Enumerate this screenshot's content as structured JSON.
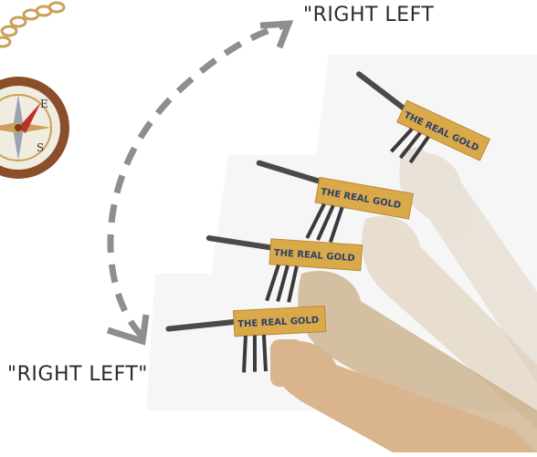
{
  "labels": {
    "top": "\"RIGHT LEFT",
    "bottom": "\"RIGHT LEFT\""
  },
  "device_text": "THE REAL GOLD",
  "colors": {
    "arrow": "#8e8e8e",
    "wood": "#d9a94a",
    "rod": "#4a4a4a",
    "arm_front": "#d9b48c",
    "arm_back": "#e6dccd",
    "compass_rim": "#8a4f2a",
    "chain": "#c9a15a"
  },
  "icons": {
    "compass": "compass-icon",
    "chain": "chain-icon",
    "arrow": "curved-dashed-arrow-icon"
  }
}
